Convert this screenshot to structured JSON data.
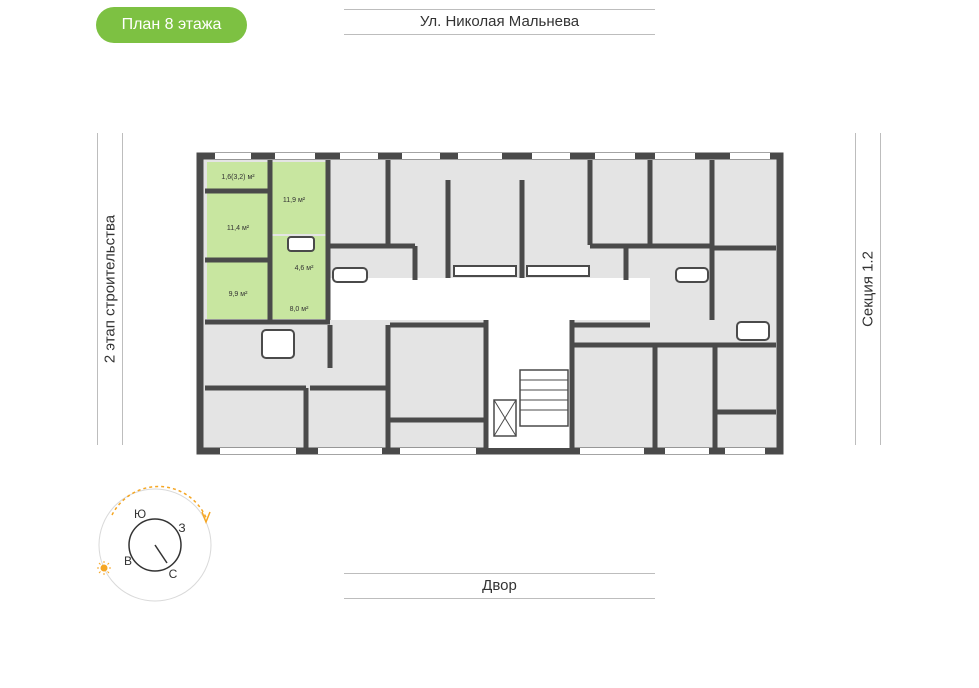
{
  "header": {
    "floor_badge": "План 8 этажа"
  },
  "streets": {
    "top": "Ул. Николая Мальнева",
    "bottom": "Двор"
  },
  "sides": {
    "left": "2 этап строительства",
    "right": "Секция 1.2"
  },
  "apartment": {
    "rooms": [
      {
        "area": "1,6(3,2) м²"
      },
      {
        "area": "11,9 м²"
      },
      {
        "area": "11,4 м²"
      },
      {
        "area": "4,6 м²"
      },
      {
        "area": "9,9 м²"
      },
      {
        "area": "8,0 м²"
      }
    ]
  },
  "compass": {
    "n": "С",
    "s": "Ю",
    "w": "З",
    "e": "В"
  },
  "colors": {
    "accent": "#7dc142",
    "highlight": "#c8e6a0",
    "wall": "#4a4a4a",
    "room": "#e4e4e4",
    "compass": "#f5a623"
  }
}
